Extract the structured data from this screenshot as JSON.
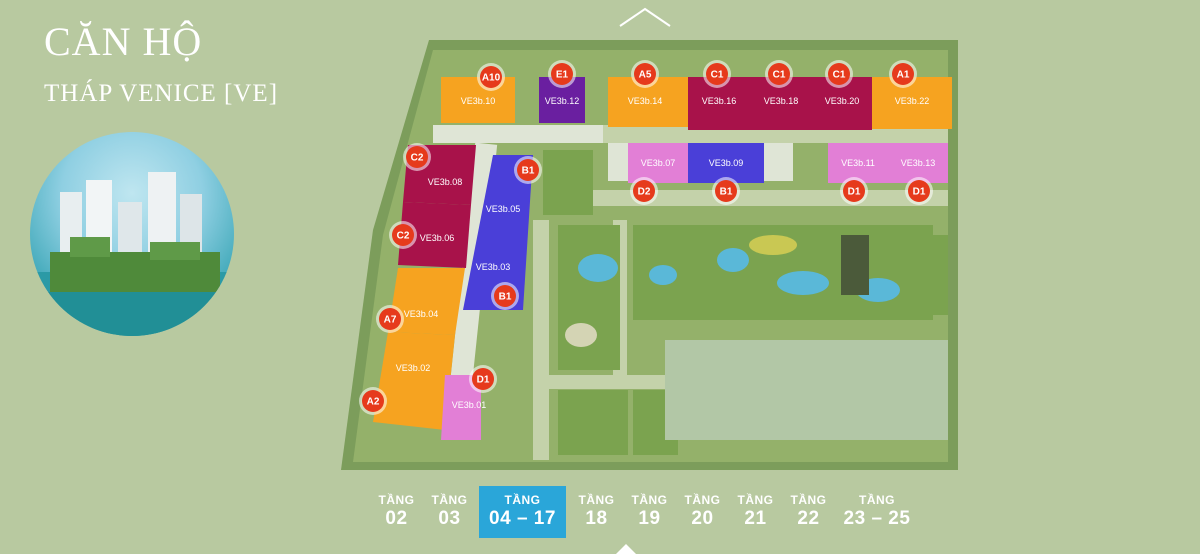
{
  "header": {
    "title": "CĂN HỘ",
    "subtitle": "THÁP VENICE [VE]"
  },
  "colors": {
    "background": "#b8c9a0",
    "A": "#f6a320",
    "C": "#a8124a",
    "E": "#6a1fa0",
    "B": "#4a3fd8",
    "D": "#e27fd6",
    "marker": "#e63a1c",
    "active_tab": "#2aa6d9"
  },
  "units": [
    {
      "id": "VE3b.10",
      "type": "A10"
    },
    {
      "id": "VE3b.12",
      "type": "E1"
    },
    {
      "id": "VE3b.14",
      "type": "A5"
    },
    {
      "id": "VE3b.16",
      "type": "C1"
    },
    {
      "id": "VE3b.18",
      "type": "C1"
    },
    {
      "id": "VE3b.20",
      "type": "C1"
    },
    {
      "id": "VE3b.22",
      "type": "A1"
    },
    {
      "id": "VE3b.07",
      "type": "D2"
    },
    {
      "id": "VE3b.09",
      "type": "B1"
    },
    {
      "id": "VE3b.11",
      "type": "D1"
    },
    {
      "id": "VE3b.13",
      "type": "D1"
    },
    {
      "id": "VE3b.08",
      "type": "C2"
    },
    {
      "id": "VE3b.06",
      "type": "C2"
    },
    {
      "id": "VE3b.05",
      "type": "B1"
    },
    {
      "id": "VE3b.03",
      "type": "B1"
    },
    {
      "id": "VE3b.04",
      "type": "A7"
    },
    {
      "id": "VE3b.02",
      "type": "A2"
    },
    {
      "id": "VE3b.01",
      "type": "D1"
    }
  ],
  "floor_nav": [
    {
      "label": "TẦNG",
      "number": "02",
      "active": false
    },
    {
      "label": "TẦNG",
      "number": "03",
      "active": false
    },
    {
      "label": "TẦNG",
      "number": "04 – 17",
      "active": true
    },
    {
      "label": "TẦNG",
      "number": "18",
      "active": false
    },
    {
      "label": "TẦNG",
      "number": "19",
      "active": false
    },
    {
      "label": "TẦNG",
      "number": "20",
      "active": false
    },
    {
      "label": "TẦNG",
      "number": "21",
      "active": false
    },
    {
      "label": "TẦNG",
      "number": "22",
      "active": false
    },
    {
      "label": "TẦNG",
      "number": "23 – 25",
      "active": false
    }
  ]
}
